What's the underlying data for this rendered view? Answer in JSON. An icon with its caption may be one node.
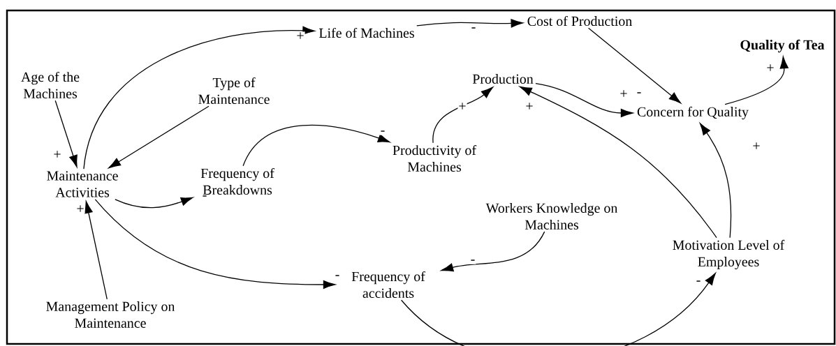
{
  "diagram": {
    "nodes": [
      {
        "text": [
          "Age of the Machines"
        ]
      },
      {
        "text": [
          "Type of Maintenance"
        ]
      },
      {
        "text": [
          "Maintenance Activities"
        ]
      },
      {
        "text": [
          "Frequency of Breakdowns"
        ]
      },
      {
        "text": [
          "Life of Machines"
        ]
      },
      {
        "text": [
          "Cost of Production"
        ]
      },
      {
        "text": [
          "Quality of Tea"
        ]
      },
      {
        "text": [
          "Production"
        ]
      },
      {
        "text": [
          "Concern for Quality"
        ]
      },
      {
        "text": [
          "Productivity of Machines"
        ]
      },
      {
        "text": [
          "Workers Knowledge on Machines"
        ]
      },
      {
        "text": [
          "Motivation Level of Employees"
        ]
      },
      {
        "text": [
          "Frequency of accidents"
        ]
      },
      {
        "text": [
          "Management Policy on Maintenance"
        ]
      }
    ],
    "edges": [
      {
        "from": 0,
        "to": 2,
        "arrow": "to",
        "label": "+"
      },
      {
        "from": 1,
        "to": 2,
        "arrow": "to"
      },
      {
        "from": 13,
        "to": 2,
        "arrow": "to",
        "label": "+"
      },
      {
        "from": 2,
        "to": 4,
        "arrow": "to",
        "label": "+"
      },
      {
        "from": 4,
        "to": 5,
        "arrow": "to",
        "label": "-"
      },
      {
        "from": 5,
        "to": 8,
        "arrow": "to",
        "label": "-"
      },
      {
        "from": 7,
        "to": 8,
        "arrow": "to",
        "label": "+"
      },
      {
        "from": 8,
        "to": 6,
        "arrow": "to",
        "label": "+"
      },
      {
        "from": 9,
        "to": 7,
        "arrow": "to",
        "label": "+"
      },
      {
        "from": 11,
        "to": 7,
        "arrow": "to",
        "label": "+"
      },
      {
        "from": 11,
        "to": 8,
        "arrow": "to",
        "label": "+"
      },
      {
        "from": 2,
        "to": 3,
        "arrow": "to",
        "label": "-"
      },
      {
        "from": 3,
        "to": 9,
        "arrow": "to",
        "label": "-"
      },
      {
        "from": 2,
        "to": 12,
        "arrow": "to",
        "label": "-"
      },
      {
        "from": 10,
        "to": 12,
        "arrow": "to",
        "label": "-"
      },
      {
        "from": 12,
        "to": 11,
        "arrow": "to",
        "label": "-"
      }
    ]
  }
}
